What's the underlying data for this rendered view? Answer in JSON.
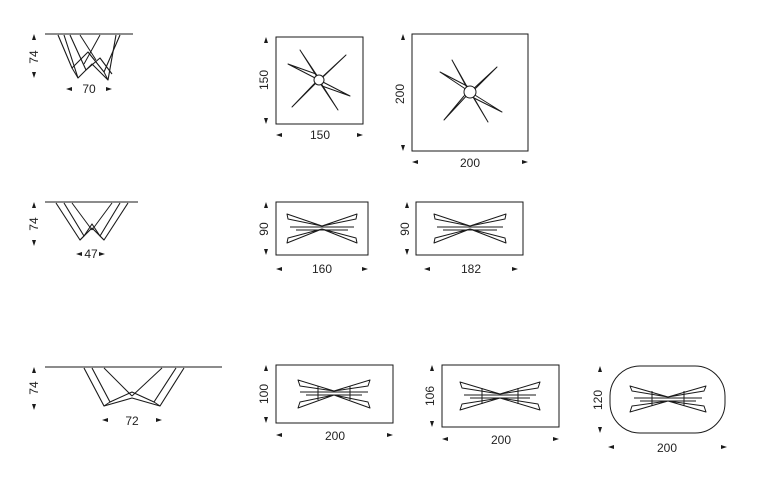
{
  "views": {
    "side_1": {
      "height": "74",
      "depth": "70"
    },
    "side_2": {
      "height": "74",
      "depth": "47"
    },
    "side_3": {
      "height": "74",
      "depth": "72"
    },
    "sq_150": {
      "w": "150",
      "h": "150"
    },
    "sq_200": {
      "w": "200",
      "h": "200"
    },
    "rect_160": {
      "w": "160",
      "h": "90"
    },
    "rect_182": {
      "w": "182",
      "h": "90"
    },
    "rect_200": {
      "w": "200",
      "h": "100"
    },
    "rect_200b": {
      "w": "200",
      "h": "106"
    },
    "oval_200": {
      "w": "200",
      "h": "120"
    }
  },
  "colors": {
    "line": "#1a1a1a",
    "text": "#222222",
    "background": "#ffffff"
  }
}
